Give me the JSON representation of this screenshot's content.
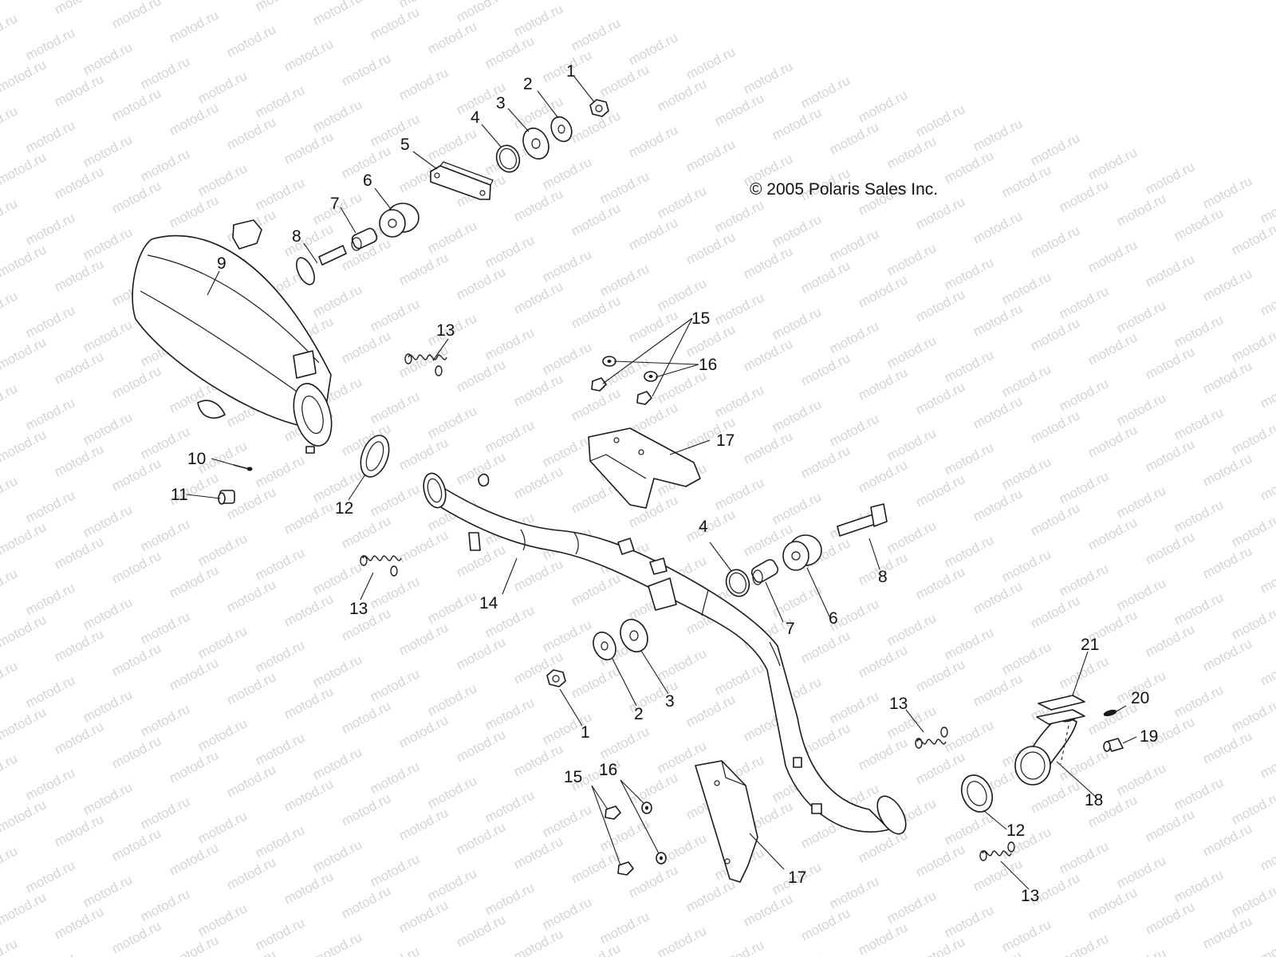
{
  "diagram": {
    "copyright": "© 2005 Polaris Sales Inc.",
    "watermark": "motod.ru",
    "labels": {
      "n1": "1",
      "n2": "2",
      "n3": "3",
      "n4": "4",
      "n5": "5",
      "n6": "6",
      "n7": "7",
      "n8": "8",
      "n9": "9",
      "n10": "10",
      "n11": "11",
      "n12": "12",
      "n13": "13",
      "n14": "14",
      "n15": "15",
      "n16": "16",
      "n17": "17",
      "n18": "18",
      "n19": "19",
      "n20": "20",
      "n21": "21"
    }
  }
}
